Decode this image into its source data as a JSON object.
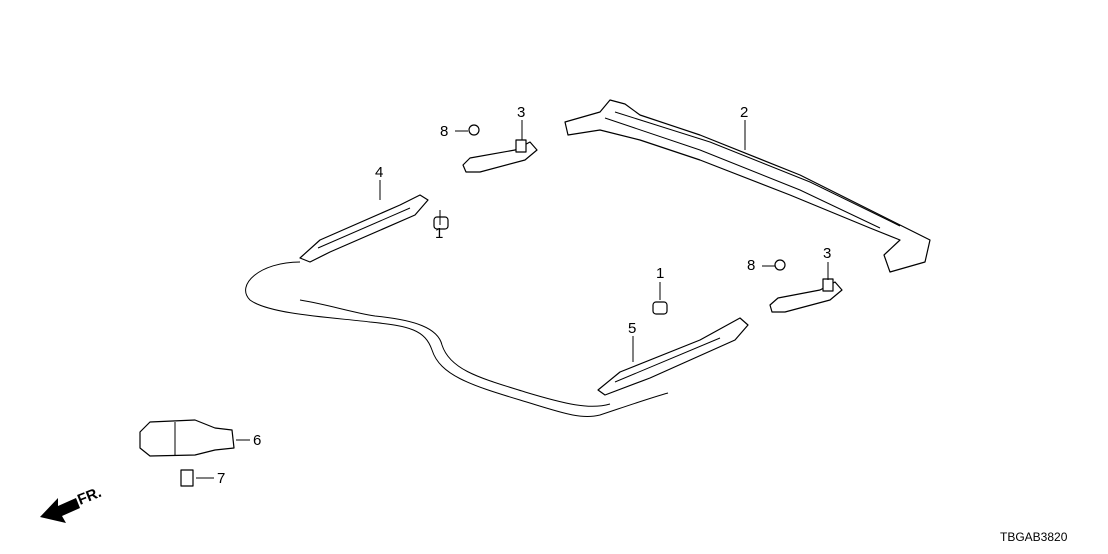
{
  "diagram": {
    "code": "TBGAB3820",
    "front_label": "FR.",
    "callouts": [
      {
        "id": "callout-1a",
        "number": "1"
      },
      {
        "id": "callout-1b",
        "number": "1"
      },
      {
        "id": "callout-2",
        "number": "2"
      },
      {
        "id": "callout-3a",
        "number": "3"
      },
      {
        "id": "callout-3b",
        "number": "3"
      },
      {
        "id": "callout-4",
        "number": "4"
      },
      {
        "id": "callout-5",
        "number": "5"
      },
      {
        "id": "callout-6",
        "number": "6"
      },
      {
        "id": "callout-7",
        "number": "7"
      },
      {
        "id": "callout-8a",
        "number": "8"
      },
      {
        "id": "callout-8b",
        "number": "8"
      }
    ]
  }
}
